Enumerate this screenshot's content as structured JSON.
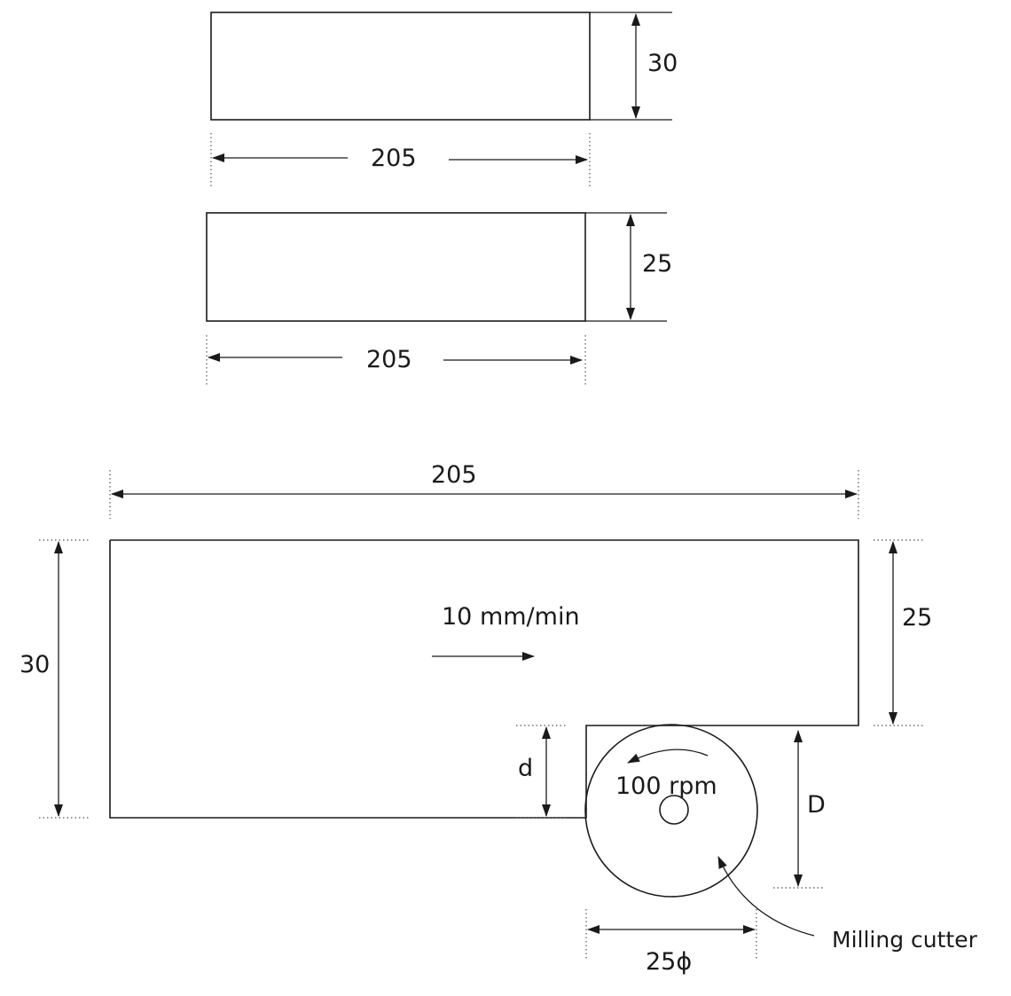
{
  "top_view_1": {
    "length_label": "205",
    "height_label": "30"
  },
  "top_view_2": {
    "length_label": "205",
    "height_label": "25"
  },
  "main_view": {
    "overall_length_label": "205",
    "overall_height_label": "30",
    "remaining_height_label": "25",
    "feed_label": "10 mm/min",
    "depth_of_cut_label": "d",
    "cutter_depth_label": "D",
    "speed_label": "100 rpm",
    "cutter_diameter_label": "25ϕ",
    "cutter_caption": "Milling cutter"
  },
  "colors": {
    "ink": "#1a1a1a",
    "background": "#ffffff"
  }
}
